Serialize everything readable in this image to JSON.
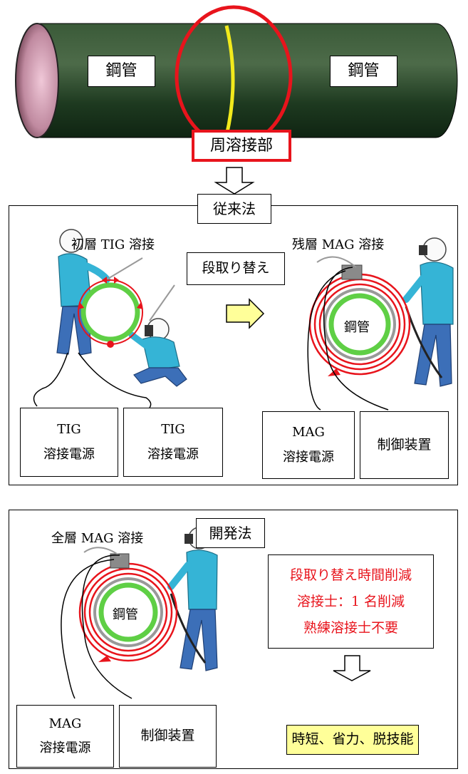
{
  "pipe": {
    "left_label": "鋼管",
    "right_label": "鋼管",
    "weld_label": "周溶接部"
  },
  "conventional": {
    "title": "従来法",
    "root_pass": "初層 TIG 溶接",
    "remaining_pass": "残層 MAG 溶接",
    "setup_change": "段取り替え",
    "pipe_label": "鋼管",
    "tig_source_1": {
      "line1": "TIG",
      "line2": "溶接電源"
    },
    "tig_source_2": {
      "line1": "TIG",
      "line2": "溶接電源"
    },
    "mag_source": {
      "line1": "MAG",
      "line2": "溶接電源"
    },
    "controller": "制御装置"
  },
  "developed": {
    "title": "開発法",
    "all_pass": "全層 MAG 溶接",
    "pipe_label": "鋼管",
    "benefits": [
      "段取り替え時間削減",
      "溶接士：1 名削減",
      "熟練溶接士不要"
    ],
    "mag_source": {
      "line1": "MAG",
      "line2": "溶接電源"
    },
    "controller": "制御装置",
    "result": "時短、省力、脱技能"
  },
  "colors": {
    "pipe_body": "#1c3b1f",
    "weld_seam": "#f2ea1c",
    "highlight_red": "#e8141c",
    "pipe_ring_green": "#5fcf45",
    "arrow_fill_yellow": "#ffff99",
    "result_fill": "#ffff99",
    "worker_blue": "#35b4d6",
    "worker_pants": "#3c6fb8"
  }
}
